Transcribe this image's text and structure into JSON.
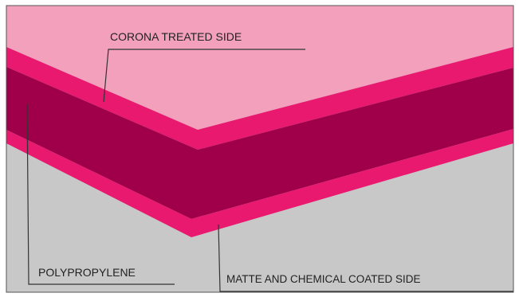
{
  "diagram": {
    "labels": {
      "top": "CORONA TREATED SIDE",
      "left": "POLYPROPYLENE",
      "bottom": "MATTE AND CHEMICAL COATED SIDE"
    },
    "colors": {
      "background": "#c8c8c8",
      "top_region": "#f2a0bc",
      "treated_layer": "#e8196e",
      "core_layer": "#a0004a",
      "coated_layer": "#e8196e",
      "border": "#555555",
      "leader_line": "#333333"
    }
  }
}
